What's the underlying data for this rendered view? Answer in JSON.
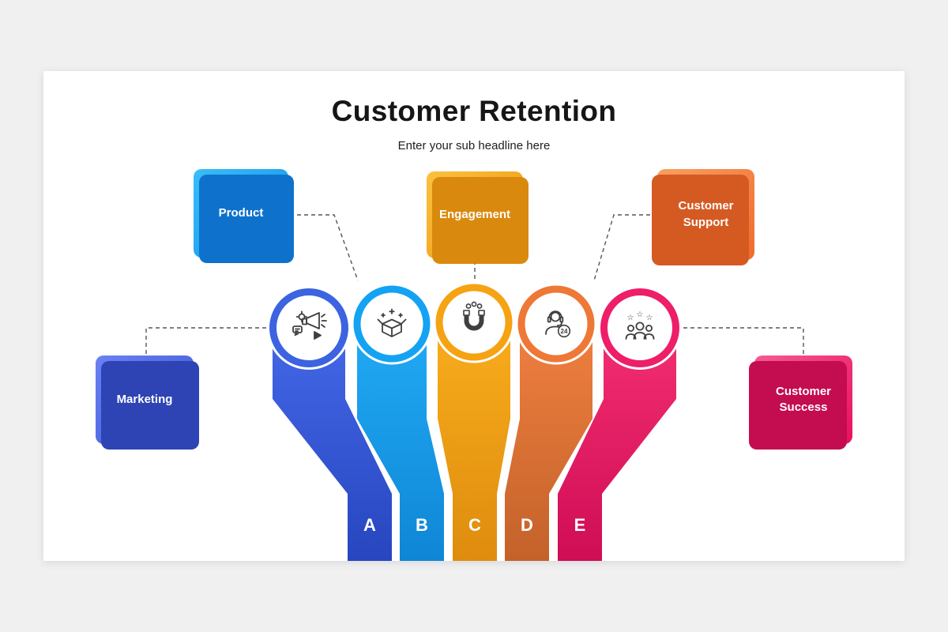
{
  "slide": {
    "title": "Customer Retention",
    "subtitle": "Enter your sub headline here"
  },
  "boxes": {
    "product": {
      "label": "Product",
      "color": "#1e9df0"
    },
    "engagement": {
      "label": "Engagement",
      "color": "#f4a01a"
    },
    "customer_support": {
      "label": "Customer Support",
      "color": "#f37a3c"
    },
    "marketing": {
      "label": "Marketing",
      "color": "#4a63e0"
    },
    "customer_success": {
      "label": "Customer Success",
      "color": "#ee2a70"
    }
  },
  "columns": [
    {
      "letter": "A",
      "color": "#3c63e0",
      "icon": "megaphone-gear-icon",
      "linked_box": "Marketing"
    },
    {
      "letter": "B",
      "color": "#14a3f2",
      "icon": "open-box-celebration-icon",
      "linked_box": "Product"
    },
    {
      "letter": "C",
      "color": "#f5a313",
      "icon": "magnet-attraction-icon",
      "linked_box": "Engagement"
    },
    {
      "letter": "D",
      "color": "#ee7835",
      "icon": "support-agent-icon",
      "linked_box": "Customer Support",
      "badge": "24"
    },
    {
      "letter": "E",
      "color": "#ee1e68",
      "icon": "team-stars-icon",
      "linked_box": "Customer Success"
    }
  ],
  "icons": {
    "star_glyph": "☆"
  }
}
